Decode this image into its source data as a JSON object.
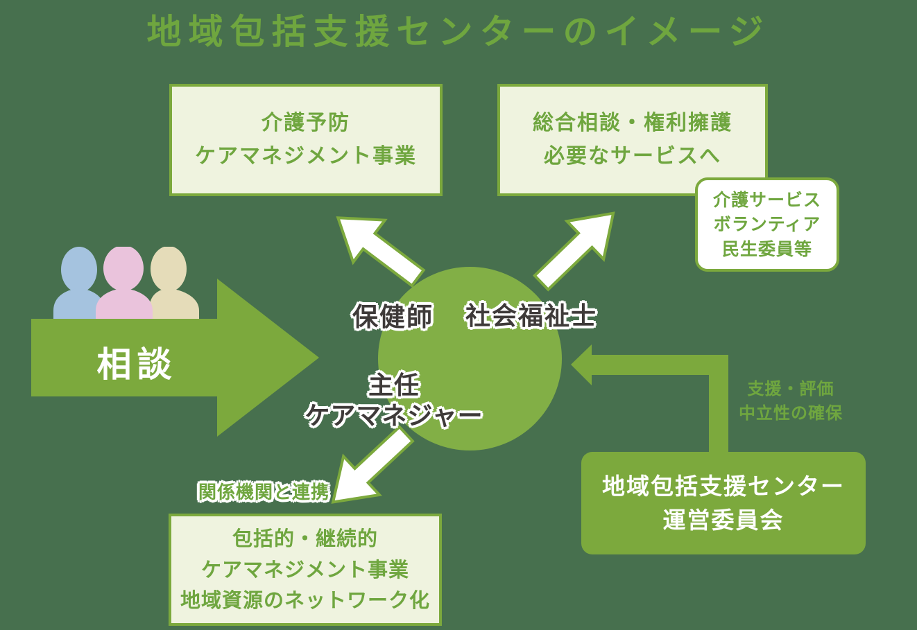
{
  "title": "地域包括支援センターのイメージ",
  "colors": {
    "background": "#47704E",
    "green_main": "#7CA93D",
    "green_circle": "#82AF46",
    "green_text": "#6FA63F",
    "light_box_fill": "#EFF3DF",
    "white": "#FFFFFF",
    "dark_text": "#3E3A39",
    "person_blue": "#A5C3DF",
    "person_pink": "#EAC3DC",
    "person_beige": "#E5DCB9"
  },
  "boxes": {
    "prevention": {
      "line1": "介護予防",
      "line2": "ケアマネジメント事業"
    },
    "consultation": {
      "line1": "総合相談・権利擁護",
      "line2": "必要なサービスへ"
    },
    "services_note": {
      "line1": "介護サービス",
      "line2": "ボランティア",
      "line3": "民生委員等"
    },
    "comprehensive": {
      "line1": "包括的・継続的",
      "line2": "ケアマネジメント事業",
      "line3": "地域資源のネットワーク化"
    },
    "committee": {
      "line1": "地域包括支援センター",
      "line2": "運営委員会"
    }
  },
  "center_circle": {
    "role_health_nurse": "保健師",
    "role_social_worker": "社会福祉士",
    "role_chief_line1": "主任",
    "role_chief_line2": "ケアマネジャー"
  },
  "annotations": {
    "consult": "相談",
    "cooperation": "関係機関と連携",
    "support_line1": "支援・評価",
    "support_line2": "中立性の確保"
  },
  "icons": {
    "people_group": "three-person-silhouettes",
    "big_right_arrow": "arrow-right",
    "arrow_up_left": "arrow-up-left",
    "arrow_up_right": "arrow-up-right",
    "arrow_down_left": "arrow-down-left",
    "elbow_arrow": "arrow-elbow-left"
  }
}
